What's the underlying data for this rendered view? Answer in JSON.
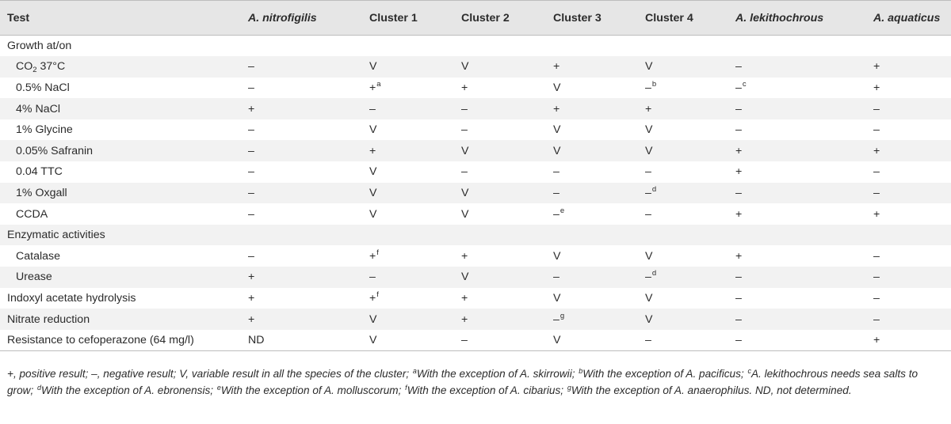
{
  "table": {
    "headers": [
      "Test",
      "A. nitrofigilis",
      "Cluster 1",
      "Cluster 2",
      "Cluster 3",
      "Cluster 4",
      "A. lekithochrous",
      "A. aquaticus"
    ],
    "rows": [
      {
        "section": true,
        "label": "Growth at/on",
        "cells": [
          "",
          "",
          "",
          "",
          "",
          "",
          ""
        ],
        "sups": [
          "",
          "",
          "",
          "",
          "",
          "",
          ""
        ]
      },
      {
        "label": "CO",
        "label_sub": "2",
        "label_rest": " 37°C",
        "cells": [
          "–",
          "V",
          "V",
          "+",
          "V",
          "–",
          "+"
        ],
        "sups": [
          "",
          "",
          "",
          "",
          "",
          "",
          ""
        ]
      },
      {
        "label": "0.5% NaCl",
        "cells": [
          "–",
          "+",
          "+",
          "V",
          "–",
          "–",
          "+"
        ],
        "sups": [
          "",
          "a",
          "",
          "",
          "b",
          "c",
          ""
        ]
      },
      {
        "label": "4% NaCl",
        "cells": [
          "+",
          "–",
          "–",
          "+",
          "+",
          "–",
          "–"
        ],
        "sups": [
          "",
          "",
          "",
          "",
          "",
          "",
          ""
        ]
      },
      {
        "label": "1% Glycine",
        "cells": [
          "–",
          "V",
          "–",
          "V",
          "V",
          "–",
          "–"
        ],
        "sups": [
          "",
          "",
          "",
          "",
          "",
          "",
          ""
        ]
      },
      {
        "label": "0.05% Safranin",
        "cells": [
          "–",
          "+",
          "V",
          "V",
          "V",
          "+",
          "+"
        ],
        "sups": [
          "",
          "",
          "",
          "",
          "",
          "",
          ""
        ]
      },
      {
        "label": "0.04 TTC",
        "cells": [
          "–",
          "V",
          "–",
          "–",
          "–",
          "+",
          "–"
        ],
        "sups": [
          "",
          "",
          "",
          "",
          "",
          "",
          ""
        ]
      },
      {
        "label": "1% Oxgall",
        "cells": [
          "–",
          "V",
          "V",
          "–",
          "–",
          "–",
          "–"
        ],
        "sups": [
          "",
          "",
          "",
          "",
          "d",
          "",
          ""
        ]
      },
      {
        "label": "CCDA",
        "cells": [
          "–",
          "V",
          "V",
          "–",
          "–",
          "+",
          "+"
        ],
        "sups": [
          "",
          "",
          "",
          "e",
          "",
          "",
          ""
        ]
      },
      {
        "section": true,
        "label": "Enzymatic activities",
        "cells": [
          "",
          "",
          "",
          "",
          "",
          "",
          ""
        ],
        "sups": [
          "",
          "",
          "",
          "",
          "",
          "",
          ""
        ]
      },
      {
        "label": "Catalase",
        "cells": [
          "–",
          "+",
          "+",
          "V",
          "V",
          "+",
          "–"
        ],
        "sups": [
          "",
          "f",
          "",
          "",
          "",
          "",
          ""
        ]
      },
      {
        "label": "Urease",
        "cells": [
          "+",
          "–",
          "V",
          "–",
          "–",
          "–",
          "–"
        ],
        "sups": [
          "",
          "",
          "",
          "",
          "d",
          "",
          ""
        ]
      },
      {
        "section": true,
        "label": "Indoxyl acetate hydrolysis",
        "cells": [
          "+",
          "+",
          "+",
          "V",
          "V",
          "–",
          "–"
        ],
        "sups": [
          "",
          "f",
          "",
          "",
          "",
          "",
          ""
        ]
      },
      {
        "section": true,
        "label": "Nitrate reduction",
        "cells": [
          "+",
          "V",
          "+",
          "–",
          "V",
          "–",
          "–"
        ],
        "sups": [
          "",
          "",
          "",
          "g",
          "",
          "",
          ""
        ]
      },
      {
        "section": true,
        "label": "Resistance to cefoperazone (64 mg/l)",
        "cells": [
          "ND",
          "V",
          "–",
          "V",
          "–",
          "–",
          "+"
        ],
        "sups": [
          "",
          "",
          "",
          "",
          "",
          "",
          ""
        ]
      }
    ]
  },
  "footnote": {
    "parts": [
      {
        "t": "+, positive result; –, negative result; V, variable result in all the species of the cluster; "
      },
      {
        "s": "a"
      },
      {
        "t": "With the exception of A. skirrowii; "
      },
      {
        "s": "b"
      },
      {
        "t": "With the exception of A. pacificus; "
      },
      {
        "s": "c"
      },
      {
        "t": "A. lekithochrous needs sea salts to grow; "
      },
      {
        "s": "d"
      },
      {
        "t": "With the exception of A. ebronensis; "
      },
      {
        "s": "e"
      },
      {
        "t": "With the exception of A. molluscorum; "
      },
      {
        "s": "f"
      },
      {
        "t": "With the exception of A. cibarius; "
      },
      {
        "s": "g"
      },
      {
        "t": "With the exception of A. anaerophilus. ND, not determined."
      }
    ]
  }
}
